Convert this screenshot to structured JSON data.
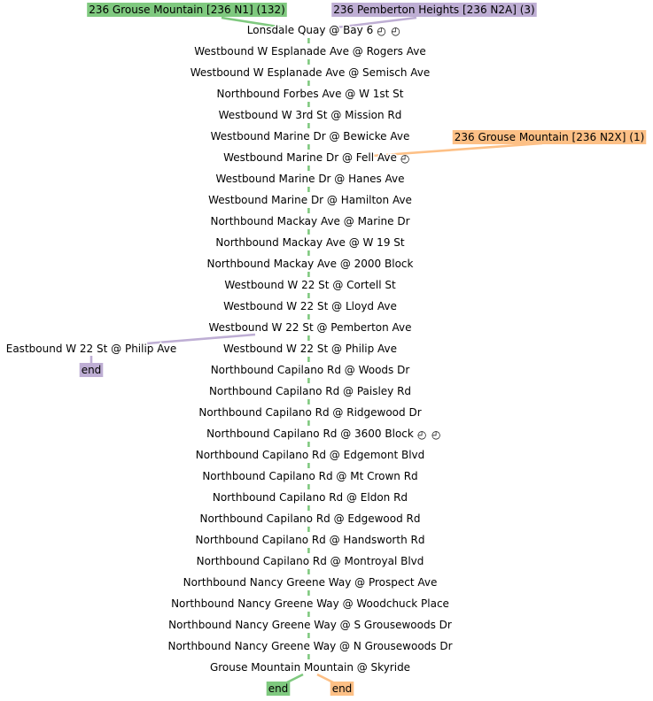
{
  "routes": [
    {
      "id": "n1",
      "label": "236 Grouse Mountain [236 N1] (132)",
      "color": "#7fc97f"
    },
    {
      "id": "n2a",
      "label": "236 Pemberton Heights [236 N2A] (3)",
      "color": "#beaed4"
    },
    {
      "id": "n2x",
      "label": "236 Grouse Mountain [236 N2X] (1)",
      "color": "#fdc086"
    }
  ],
  "stops": [
    "Lonsdale Quay @ Bay 6",
    "Westbound W Esplanade Ave @ Rogers Ave",
    "Westbound W Esplanade Ave @ Semisch Ave",
    "Northbound Forbes Ave @ W 1st St",
    "Westbound W 3rd St @ Mission Rd",
    "Westbound Marine Dr @ Bewicke Ave",
    "Westbound Marine Dr @ Fell Ave",
    "Westbound Marine Dr @ Hanes Ave",
    "Westbound Marine Dr @ Hamilton Ave",
    "Northbound Mackay Ave @ Marine Dr",
    "Northbound Mackay Ave @ W 19 St",
    "Northbound Mackay Ave @ 2000 Block",
    "Westbound W 22 St @ Cortell St",
    "Westbound W 22 St @ Lloyd Ave",
    "Westbound W 22 St @ Pemberton Ave",
    "Westbound W 22 St @ Philip Ave",
    "Northbound Capilano Rd @ Woods Dr",
    "Northbound Capilano Rd @ Paisley Rd",
    "Northbound Capilano Rd @ Ridgewood Dr",
    "Northbound Capilano Rd @ 3600 Block",
    "Northbound Capilano Rd @ Edgemont Blvd",
    "Northbound Capilano Rd @ Mt Crown Rd",
    "Northbound Capilano Rd @ Eldon Rd",
    "Northbound Capilano Rd @ Edgewood Rd",
    "Northbound Capilano Rd @ Handsworth Rd",
    "Northbound Capilano Rd @ Montroyal Blvd",
    "Northbound Nancy Greene Way @ Prospect Ave",
    "Northbound Nancy Greene Way @ Woodchuck Place",
    "Northbound Nancy Greene Way @ S Grousewoods Dr",
    "Northbound Nancy Greene Way @ N Grousewoods Dr",
    "Grouse Mountain Mountain @ Skyride"
  ],
  "branch_stop": "Eastbound W 22 St @ Philip Ave",
  "end_label": "end",
  "timepoints": [
    {
      "stop_index": 0,
      "routes": [
        "n1",
        "n2a"
      ]
    },
    {
      "stop_index": 6,
      "routes": [
        "n2x"
      ]
    },
    {
      "stop_index": 19,
      "routes": [
        "n1",
        "n2x"
      ]
    }
  ],
  "clock_glyph": "◴"
}
